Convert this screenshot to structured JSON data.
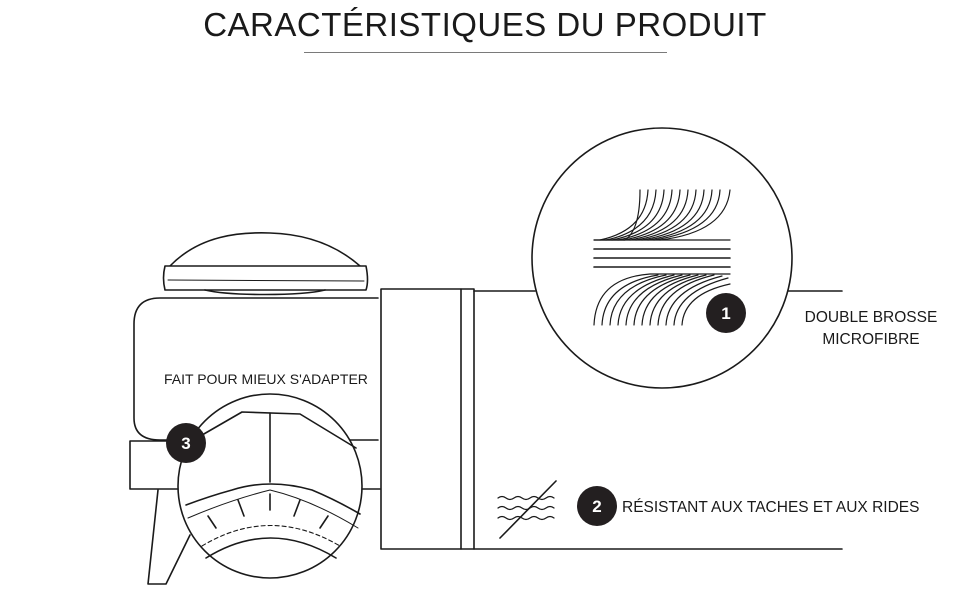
{
  "title": "CARACTÉRISTIQUES DU PRODUIT",
  "features": [
    {
      "number": "1",
      "label_line1": "DOUBLE BROSSE",
      "label_line2": "MICROFIBRE"
    },
    {
      "number": "2",
      "label": "RÉSISTANT AUX TACHES ET AUX RIDES"
    },
    {
      "number": "3",
      "label": "FAIT POUR MIEUX S'ADAPTER"
    }
  ],
  "colors": {
    "ink": "#1a1a1a",
    "badge": "#231f20",
    "background": "#ffffff"
  },
  "icons": [
    "microfibre-brush-icon",
    "no-wrinkle-icon",
    "pillow-icon",
    "fitted-corner-icon"
  ]
}
